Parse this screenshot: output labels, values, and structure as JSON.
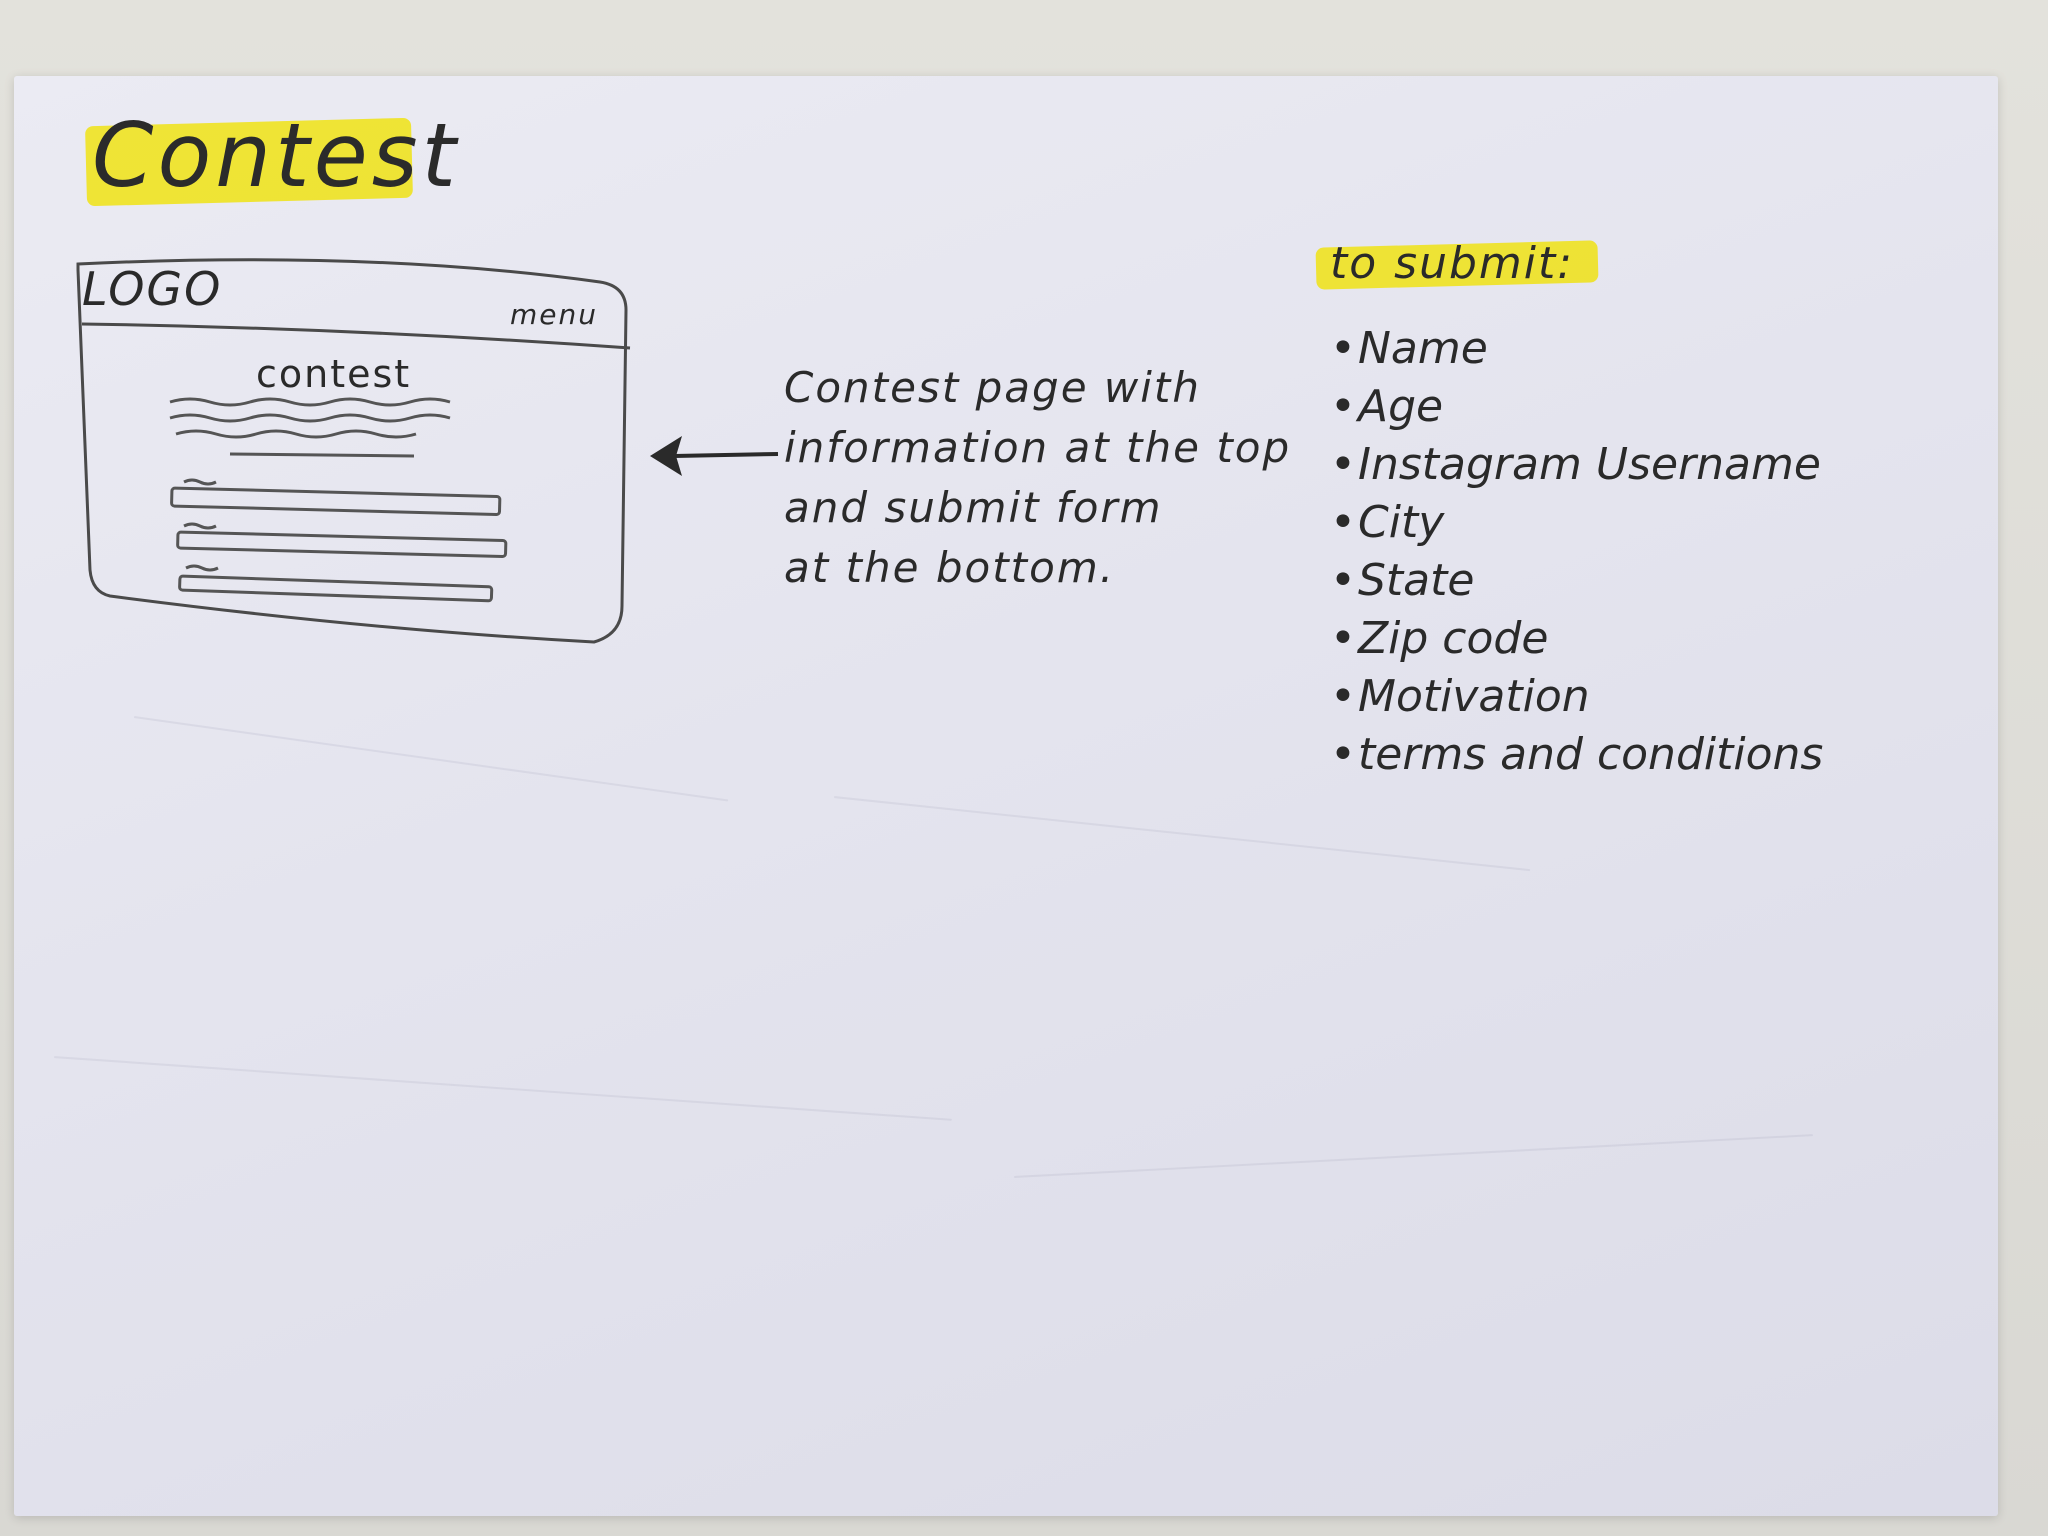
{
  "page": {
    "title": "Contest"
  },
  "wireframe": {
    "logo": "LOGO",
    "menu": "menu",
    "heading": "contest"
  },
  "annotation": {
    "lines": [
      "Contest page with",
      "information at the top",
      "and submit form",
      "at the bottom."
    ]
  },
  "submit_list": {
    "title": "to submit:",
    "items": [
      "Name",
      "Age",
      "Instagram Username",
      "City",
      "State",
      "Zip code",
      "Motivation",
      "terms and conditions"
    ]
  },
  "colors": {
    "highlighter": "#f0e100",
    "pencil": "#2a2a2a",
    "paper": "#e6e6ef"
  }
}
